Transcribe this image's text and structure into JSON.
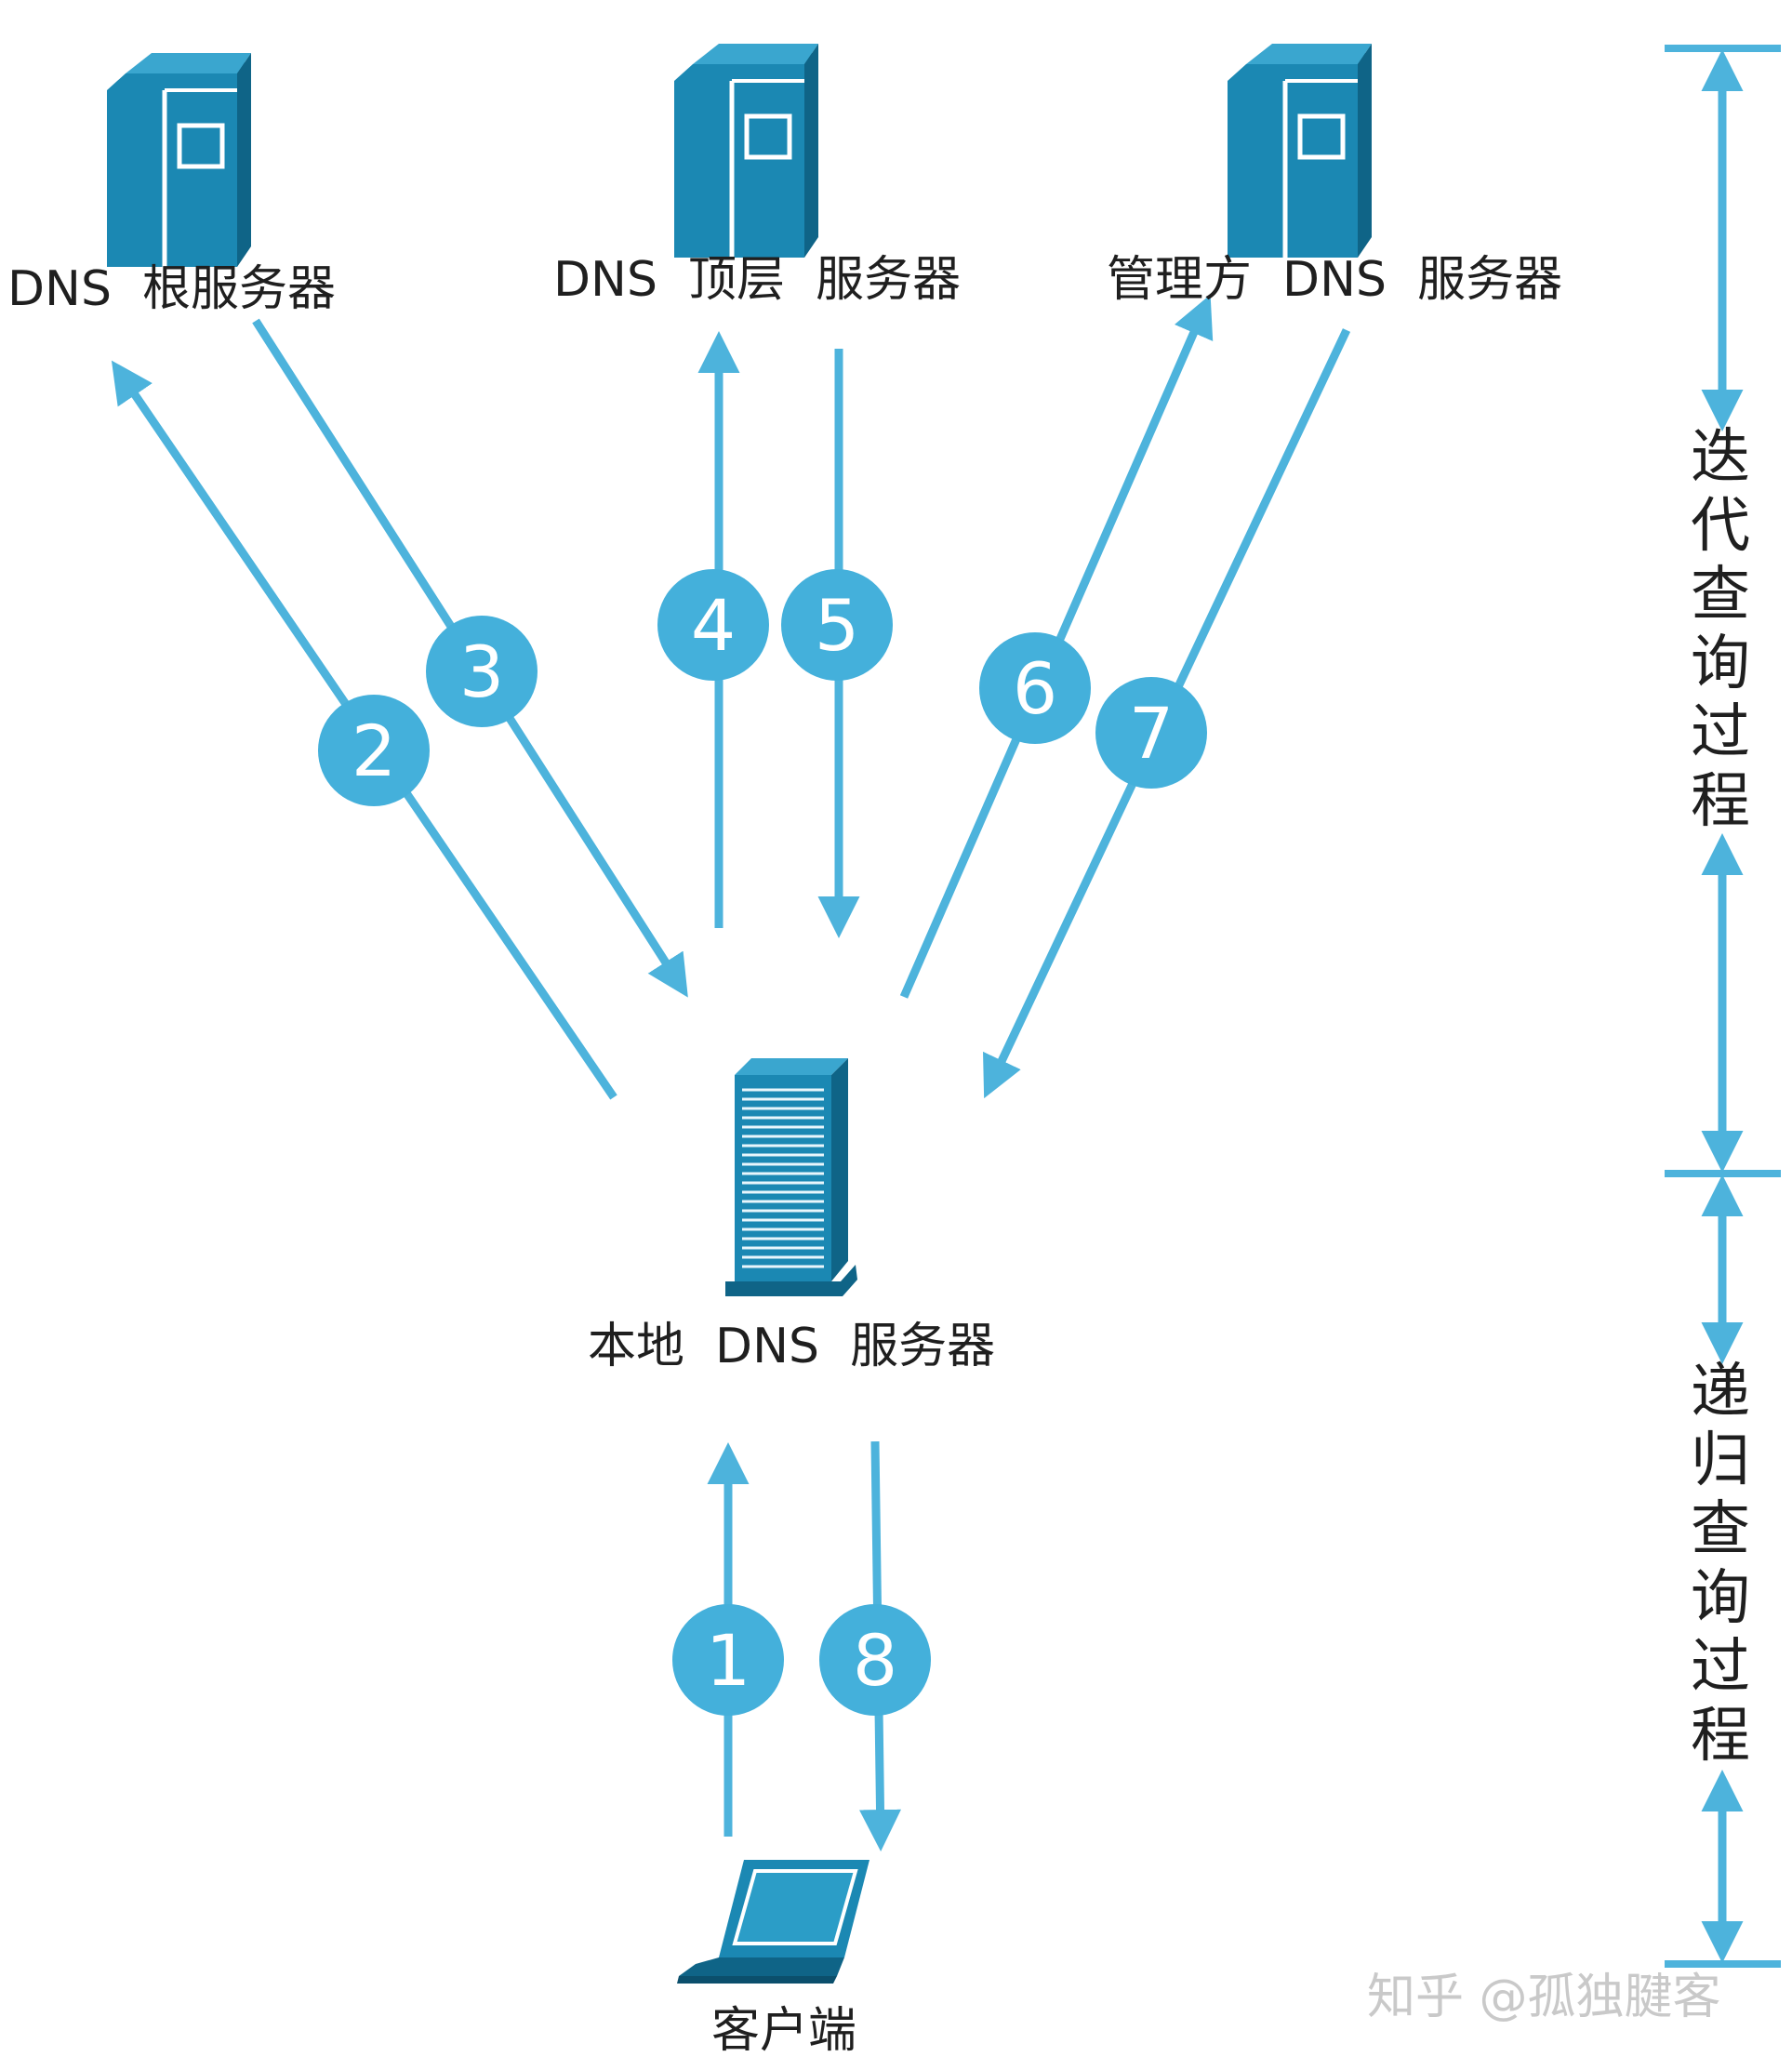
{
  "colors": {
    "arrow": "#4db3dc",
    "badge": "#44b0db",
    "badge_text": "#ffffff",
    "server": "#1b88b3",
    "server_dark": "#0f6487",
    "text": "#1f1f1f"
  },
  "nodes": {
    "root": {
      "label": "DNS  根服务器",
      "icon": "server-tower-icon"
    },
    "tld": {
      "label": "DNS  顶层  服务器",
      "icon": "server-tower-icon"
    },
    "authoritative": {
      "label": "管理方  DNS  服务器",
      "icon": "server-tower-icon"
    },
    "local": {
      "label": "本地  DNS  服务器",
      "icon": "rack-server-icon"
    },
    "client": {
      "label": "客户端",
      "icon": "laptop-icon"
    }
  },
  "steps": [
    {
      "id": "s1",
      "number": "1"
    },
    {
      "id": "s2",
      "number": "2"
    },
    {
      "id": "s3",
      "number": "3"
    },
    {
      "id": "s4",
      "number": "4"
    },
    {
      "id": "s5",
      "number": "5"
    },
    {
      "id": "s6",
      "number": "6"
    },
    {
      "id": "s7",
      "number": "7"
    },
    {
      "id": "s8",
      "number": "8"
    }
  ],
  "phases": {
    "iterative": "迭\n代\n查\n询\n过\n程",
    "recursive": "递\n归\n查\n询\n过\n程"
  },
  "watermark": "知乎 @孤独腱客"
}
